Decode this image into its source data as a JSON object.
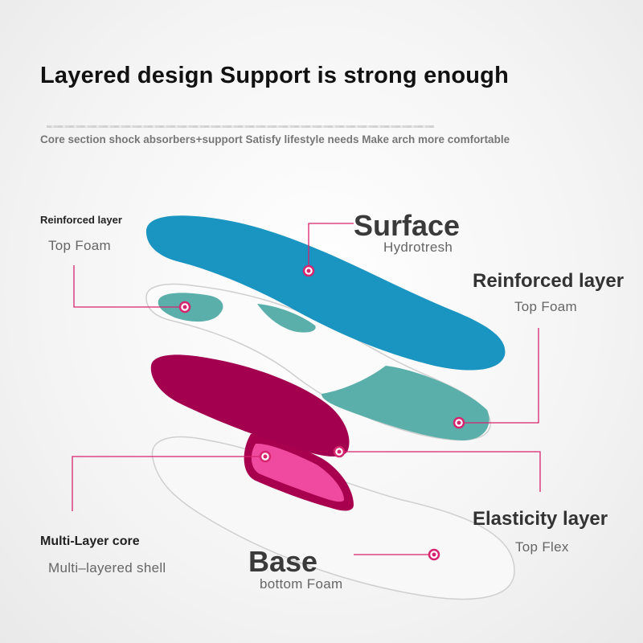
{
  "header": {
    "title": "Layered design Support is strong enough",
    "subtitle": "Core section shock absorbers+support Satisfy lifestyle needs Make arch more comfortable"
  },
  "labels": {
    "left_reinforced_title": "Reinforced layer",
    "left_reinforced_sub": "Top Foam",
    "surface_title": "Surface",
    "surface_sub": "Hydrotresh",
    "right_reinforced_title": "Reinforced layer",
    "right_reinforced_sub": "Top Foam",
    "elasticity_title": "Elasticity layer",
    "elasticity_sub": "Top Flex",
    "multilayer_title": "Multi-Layer core",
    "multilayer_sub": "Multi–layered shell",
    "base_title": "Base",
    "base_sub": "bottom Foam"
  },
  "colors": {
    "surface_blue": "#1a94c1",
    "reinforced_teal": "#5aafaa",
    "elasticity_magenta": "#a3004f",
    "core_pink": "#f04aa0",
    "base_white": "#f7f7f7",
    "leader_line": "#d6246e"
  }
}
